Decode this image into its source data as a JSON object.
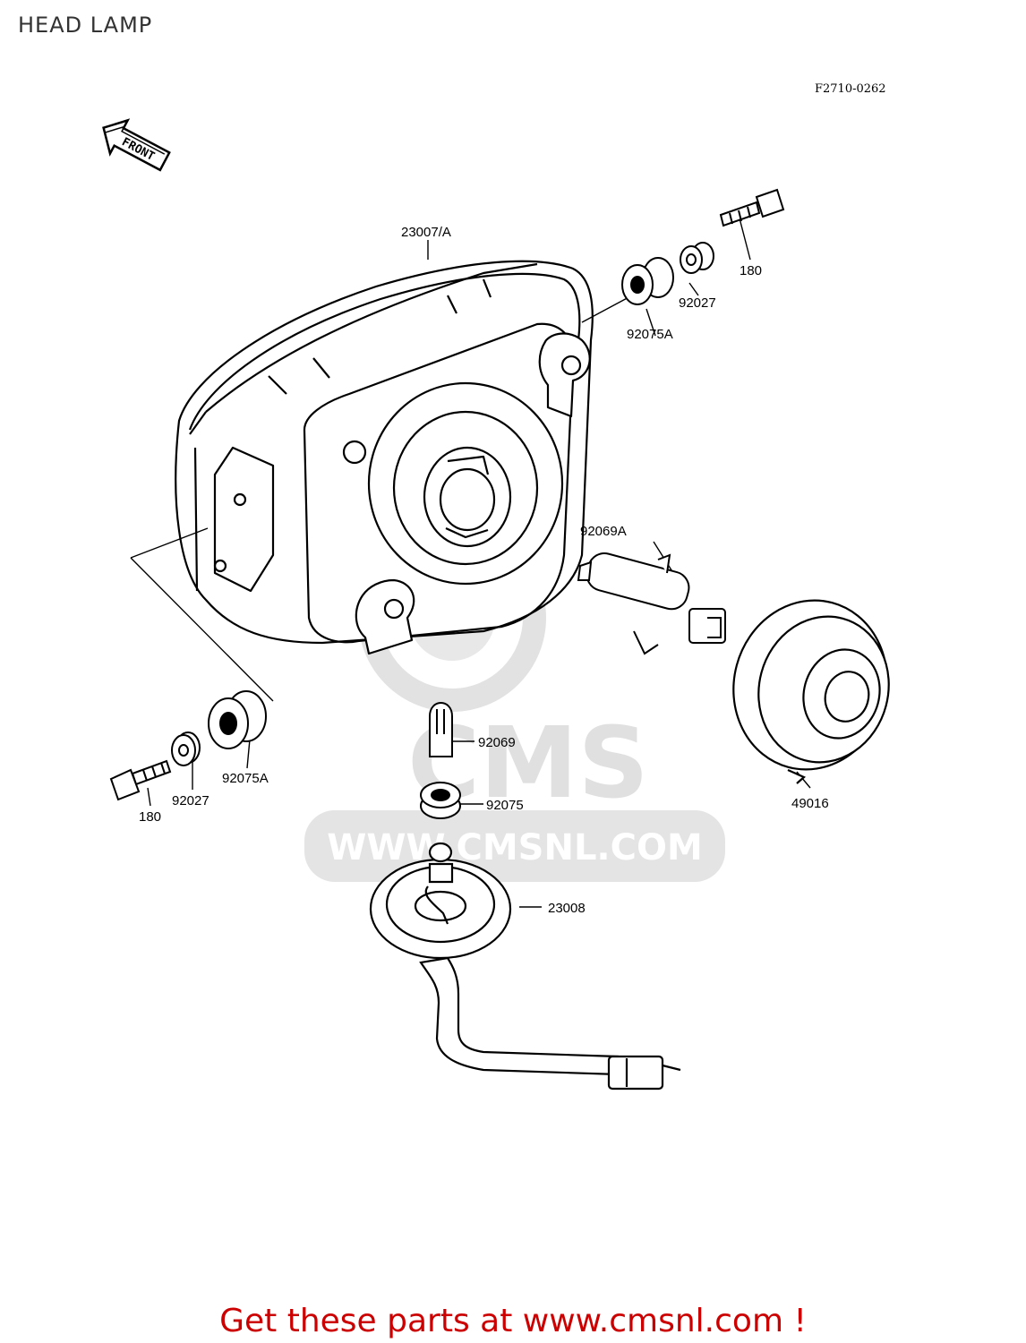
{
  "page": {
    "title": "HEAD LAMP",
    "figure_code": "F2710-0262",
    "front_marker": "FRONT"
  },
  "parts": {
    "p23007A": "23007/A",
    "p180_top": "180",
    "p92027_top": "92027",
    "p92075A_top": "92075A",
    "p92069A": "92069A",
    "p92069": "92069",
    "p92075": "92075",
    "p49016": "49016",
    "p23008": "23008",
    "p180_bottom": "180",
    "p92027_bottom": "92027",
    "p92075A_bottom": "92075A"
  },
  "watermark": {
    "brand": "CMS",
    "url": "WWW.CMSNL.COM",
    "color": "#d9d9d9"
  },
  "footer": {
    "link_text": "Get these parts at www.cmsnl.com !",
    "color": "#cc0000"
  }
}
